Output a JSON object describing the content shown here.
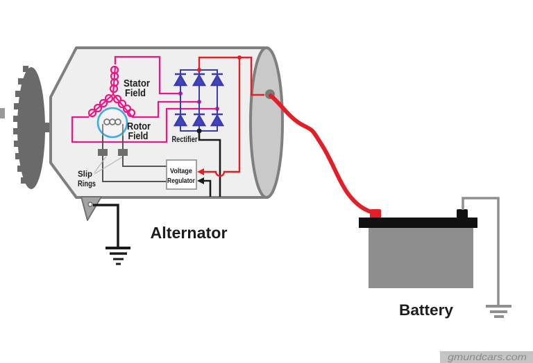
{
  "alternator": {
    "title": "Alternator",
    "stator_field_label": {
      "line1": "Stator",
      "line2": "Field"
    },
    "rotor_field_label": {
      "line1": "Rotor",
      "line2": "Field"
    },
    "rectifier_label": "Rectifier",
    "voltage_regulator_label": {
      "line1": "Voltage",
      "line2": "Regulator"
    },
    "slip_rings_label": {
      "line1": "Slip",
      "line2": "Rings"
    }
  },
  "battery": {
    "title": "Battery"
  },
  "watermark": {
    "text": "gmundcars.com"
  },
  "colors": {
    "stator_pink": "#EE1488",
    "rectifier_blue": "#3B3BB0",
    "diode_fill": "#4343BC",
    "wire_red": "#E41E26",
    "rotor_ring_blue": "#41ACE1",
    "wire_black": "#1A1A1A",
    "wire_gray": "#8F8F8F",
    "alternator_body_fill": "#EFEFEF",
    "alternator_outline": "#7F7F7F",
    "end_cap_fill": "#C9C9C9",
    "pulley_gray": "#6A6A6A",
    "battery_body_gray": "#8E8E8E",
    "watermark_bg": "#C5C5C5"
  }
}
